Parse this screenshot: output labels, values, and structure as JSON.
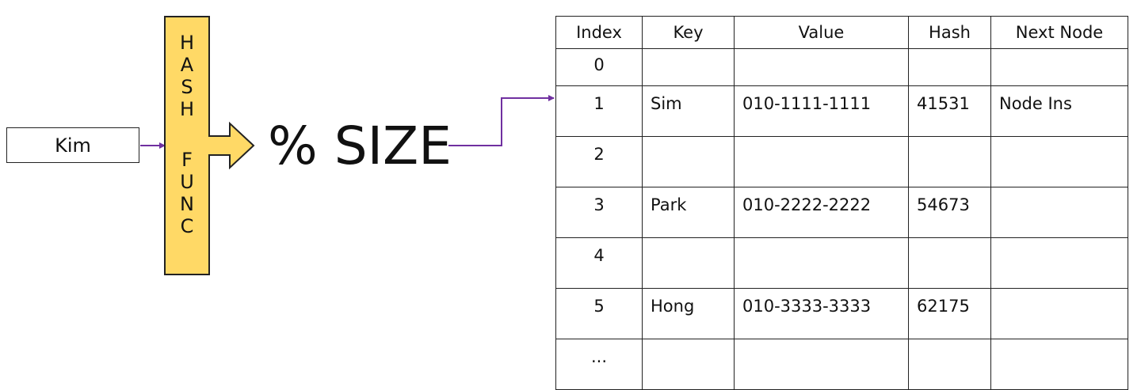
{
  "input_key": "Kim",
  "hash_function": {
    "word1": [
      "H",
      "A",
      "S",
      "H"
    ],
    "word2": [
      "F",
      "U",
      "N",
      "C"
    ],
    "fill_color": "#FFD966",
    "border_color": "#222222"
  },
  "modulo_label": "% SIZE",
  "arrow_color": "#7030A0",
  "table": {
    "headers": [
      "Index",
      "Key",
      "Value",
      "Hash",
      "Next Node"
    ],
    "rows": [
      {
        "index": "0",
        "key": "",
        "value": "",
        "hash": "",
        "next": ""
      },
      {
        "index": "1",
        "key": "Sim",
        "value": "010-1111-1111",
        "hash": "41531",
        "next": "Node Ins"
      },
      {
        "index": "2",
        "key": "",
        "value": "",
        "hash": "",
        "next": ""
      },
      {
        "index": "3",
        "key": "Park",
        "value": "010-2222-2222",
        "hash": "54673",
        "next": ""
      },
      {
        "index": "4",
        "key": "",
        "value": "",
        "hash": "",
        "next": ""
      },
      {
        "index": "5",
        "key": "Hong",
        "value": "010-3333-3333",
        "hash": "62175",
        "next": ""
      },
      {
        "index": "...",
        "key": "",
        "value": "",
        "hash": "",
        "next": ""
      }
    ]
  }
}
